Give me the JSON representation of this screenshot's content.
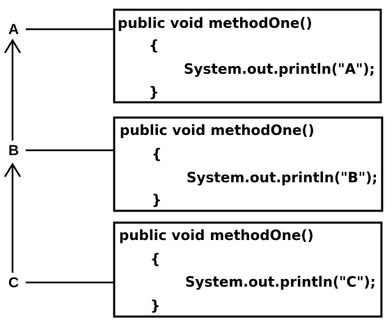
{
  "nodes": [
    {
      "label": "A",
      "code": {
        "signature": "public void methodOne()",
        "open": "{",
        "body": "System.out.println(\"A\");",
        "close": "}"
      }
    },
    {
      "label": "B",
      "code": {
        "signature": "public void methodOne()",
        "open": "{",
        "body": "System.out.println(\"B\");",
        "close": "}"
      }
    },
    {
      "label": "C",
      "code": {
        "signature": "public void methodOne()",
        "open": "{",
        "body": "System.out.println(\"C\");",
        "close": "}"
      }
    }
  ],
  "colors": {
    "line": "#000000",
    "background": "#ffffff"
  }
}
